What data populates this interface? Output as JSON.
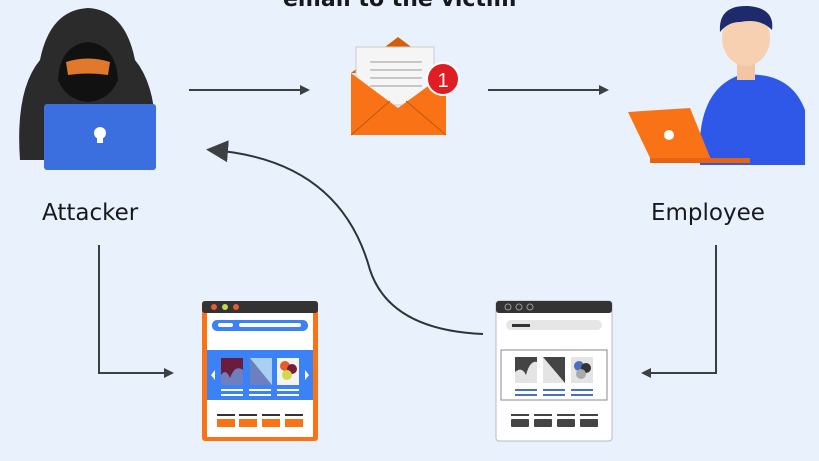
{
  "caption": "email to the victim",
  "attacker_label": "Attacker",
  "employee_label": "Employee",
  "notification_count": "1",
  "colors": {
    "background": "#e9f1fc",
    "orange": "#f97316",
    "blue": "#3b82f6",
    "badge": "#e11d24",
    "arrow": "#3c4043"
  }
}
